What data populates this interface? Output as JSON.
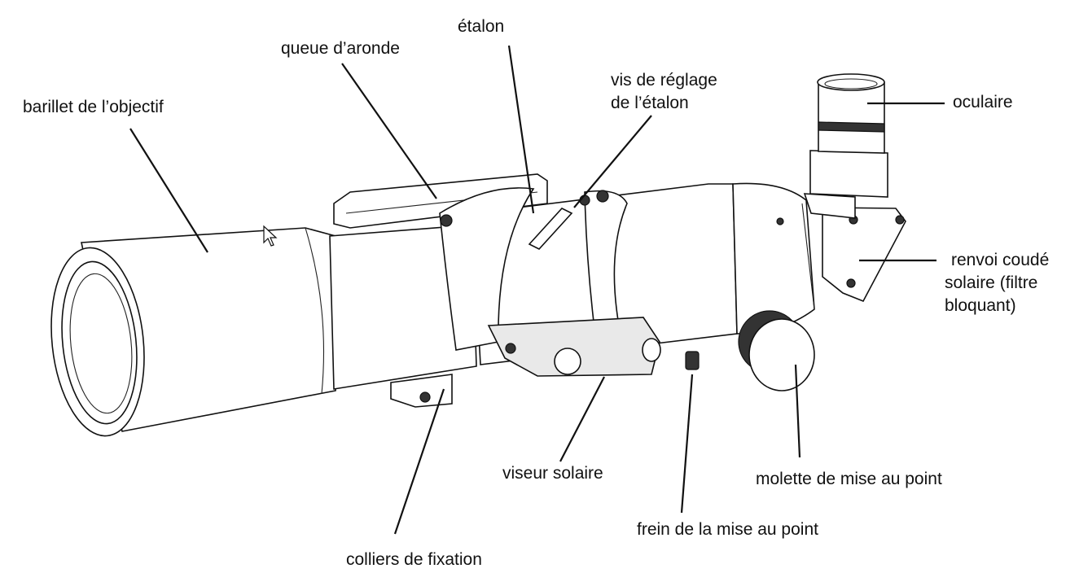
{
  "labels": {
    "objective_cell": "barillet de l’objectif",
    "dovetail": "queue d’aronde",
    "etalon": "étalon",
    "etalon_tuner_1": "vis de réglage",
    "etalon_tuner_2": "de l’étalon",
    "eyepiece": "oculaire",
    "diagonal_1": "renvoi coudé",
    "diagonal_2": "solaire (filtre",
    "diagonal_3": "bloquant)",
    "sun_finder": "viseur solaire",
    "focus_knob": "molette de mise au point",
    "focus_lock": "frein de la mise au point",
    "tube_rings": "colliers de fixation"
  }
}
